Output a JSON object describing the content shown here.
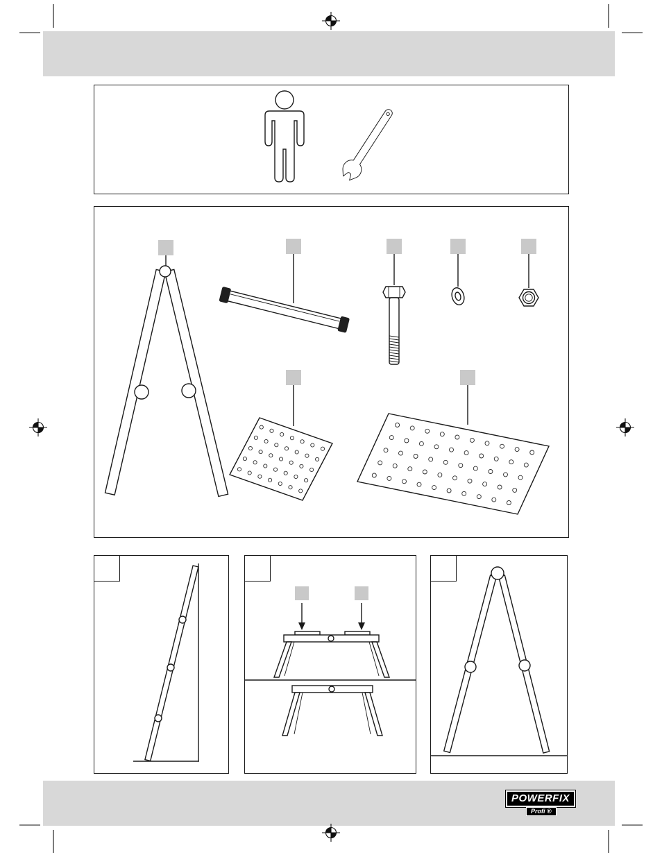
{
  "page": {
    "background_color": "#ffffff",
    "banner_color": "#d8d8d8",
    "line_color": "#1a1a1a",
    "label_box_color": "#c9c9c9"
  },
  "tools_panel": {
    "icons": [
      {
        "name": "person-icon"
      },
      {
        "name": "wrench-icon"
      }
    ]
  },
  "parts_panel": {
    "parts": [
      {
        "name": "trestle-legs"
      },
      {
        "name": "crossbar-with-end-caps"
      },
      {
        "name": "hex-bolt"
      },
      {
        "name": "washer"
      },
      {
        "name": "hex-nut"
      },
      {
        "name": "small-perforated-plate"
      },
      {
        "name": "large-perforated-plate"
      }
    ]
  },
  "steps": [
    {
      "id": "step-1"
    },
    {
      "id": "step-2"
    },
    {
      "id": "step-3"
    }
  ],
  "footer": {
    "brand": "POWERFIX",
    "sub_brand": "Profi ®"
  }
}
